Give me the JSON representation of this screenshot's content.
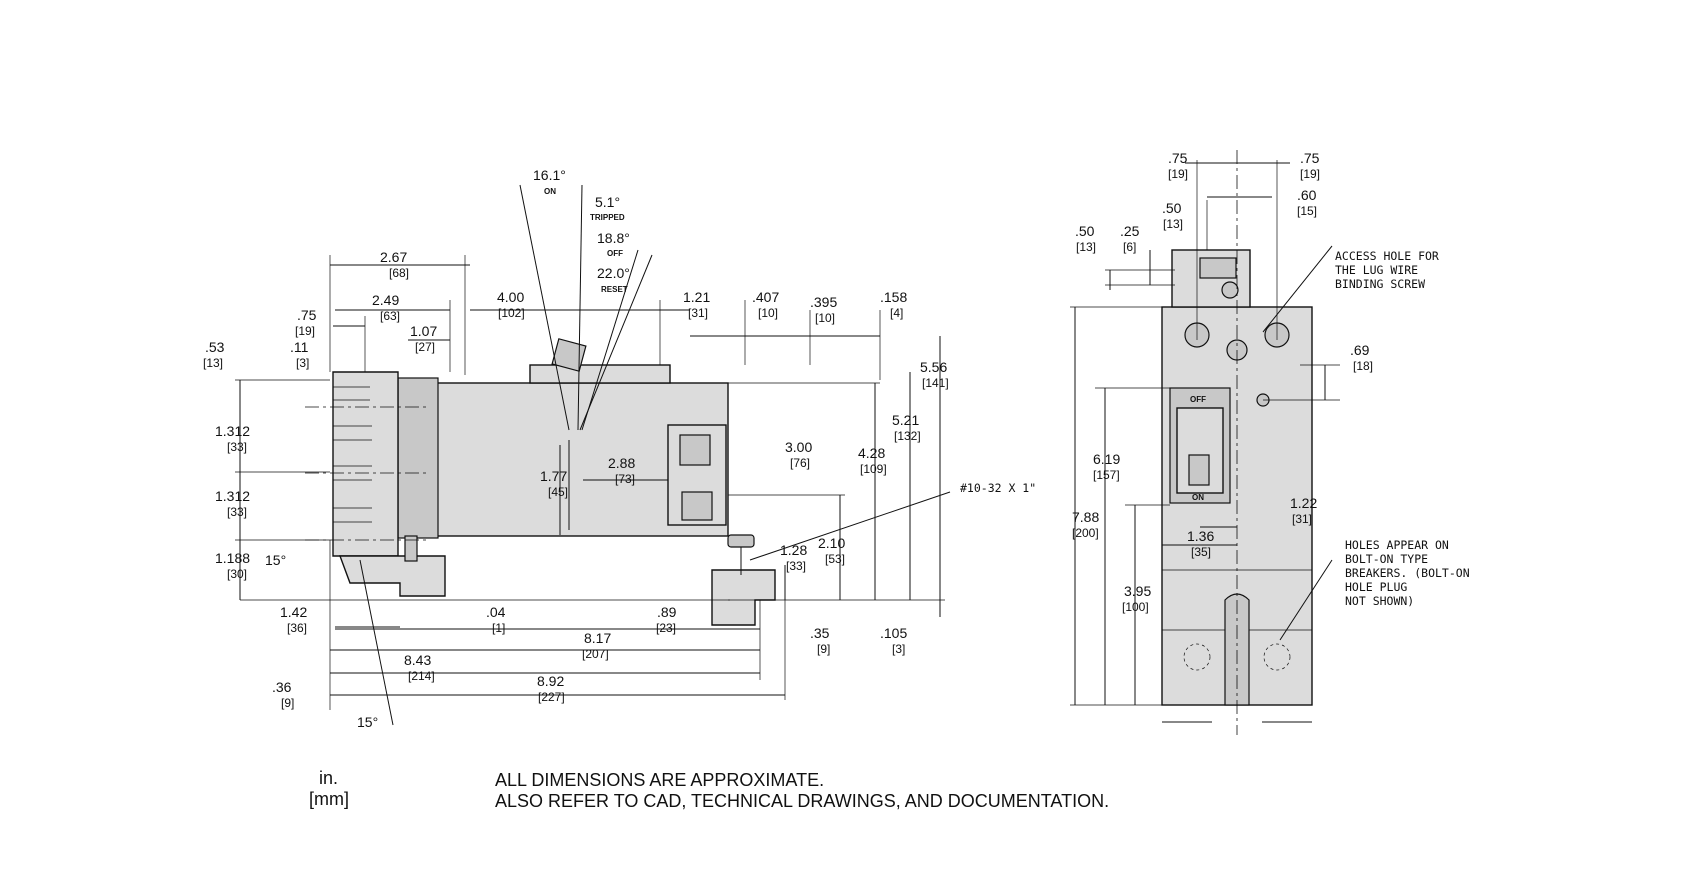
{
  "side_view": {
    "angles": {
      "on": {
        "value": "16.1°",
        "label": "ON"
      },
      "tripped": {
        "value": "5.1°",
        "label": "TRIPPED"
      },
      "off": {
        "value": "18.8°",
        "label": "OFF"
      },
      "reset": {
        "value": "22.0°",
        "label": "RESET"
      }
    },
    "dims": [
      {
        "in": "2.67",
        "mm": "[68]"
      },
      {
        "in": "2.49",
        "mm": "[63]"
      },
      {
        "in": ".75",
        "mm": "[19]"
      },
      {
        "in": ".11",
        "mm": "[3]"
      },
      {
        "in": "1.07",
        "mm": "[27]"
      },
      {
        "in": ".53",
        "mm": "[13]"
      },
      {
        "in": "4.00",
        "mm": "[102]"
      },
      {
        "in": "1.21",
        "mm": "[31]"
      },
      {
        "in": ".407",
        "mm": "[10]"
      },
      {
        "in": ".395",
        "mm": "[10]"
      },
      {
        "in": ".158",
        "mm": "[4]"
      },
      {
        "in": "5.56",
        "mm": "[141]"
      },
      {
        "in": "5.21",
        "mm": "[132]"
      },
      {
        "in": "3.00",
        "mm": "[76]"
      },
      {
        "in": "4.28",
        "mm": "[109]"
      },
      {
        "in": "1.312",
        "mm": "[33]"
      },
      {
        "in": "1.312",
        "mm": "[33]"
      },
      {
        "in": "1.188",
        "mm": "[30]"
      },
      {
        "in": "1.77",
        "mm": "[45]"
      },
      {
        "in": "2.88",
        "mm": "[73]"
      },
      {
        "in": "1.28",
        "mm": "[33]"
      },
      {
        "in": "2.10",
        "mm": "[53]"
      },
      {
        "in": "1.42",
        "mm": "[36]"
      },
      {
        "in": ".04",
        "mm": "[1]"
      },
      {
        "in": ".89",
        "mm": "[23]"
      },
      {
        "in": "8.17",
        "mm": "[207]"
      },
      {
        "in": "8.43",
        "mm": "[214]"
      },
      {
        "in": "8.92",
        "mm": "[227]"
      },
      {
        "in": ".36",
        "mm": "[9]"
      },
      {
        "in": ".35",
        "mm": "[9]"
      },
      {
        "in": ".105",
        "mm": "[3]"
      }
    ],
    "angle_15_top": "15°",
    "angle_15_bottom": "15°",
    "screw_callout": "#10-32 X 1\""
  },
  "front_view": {
    "dims": [
      {
        "in": ".75",
        "mm": "[19]"
      },
      {
        "in": ".75",
        "mm": "[19]"
      },
      {
        "in": ".50",
        "mm": "[13]"
      },
      {
        "in": ".60",
        "mm": "[15]"
      },
      {
        "in": ".50",
        "mm": "[13]"
      },
      {
        "in": ".25",
        "mm": "[6]"
      },
      {
        "in": ".69",
        "mm": "[18]"
      },
      {
        "in": "6.19",
        "mm": "[157]"
      },
      {
        "in": "7.88",
        "mm": "[200]"
      },
      {
        "in": "1.22",
        "mm": "[31]"
      },
      {
        "in": "1.36",
        "mm": "[35]"
      },
      {
        "in": "3.95",
        "mm": "[100]"
      }
    ],
    "access_note": [
      "ACCESS HOLE FOR",
      "THE LUG WIRE",
      "BINDING SCREW"
    ],
    "holes_note": [
      "HOLES APPEAR ON",
      "BOLT-ON TYPE",
      "BREAKERS. (BOLT-ON",
      "HOLE PLUG",
      "NOT SHOWN)"
    ],
    "handle_off": "OFF",
    "handle_on": "ON"
  },
  "units": {
    "in": "in.",
    "mm": "[mm]"
  },
  "footnote": [
    "ALL DIMENSIONS ARE APPROXIMATE.",
    "ALSO REFER TO CAD, TECHNICAL DRAWINGS, AND DOCUMENTATION."
  ]
}
